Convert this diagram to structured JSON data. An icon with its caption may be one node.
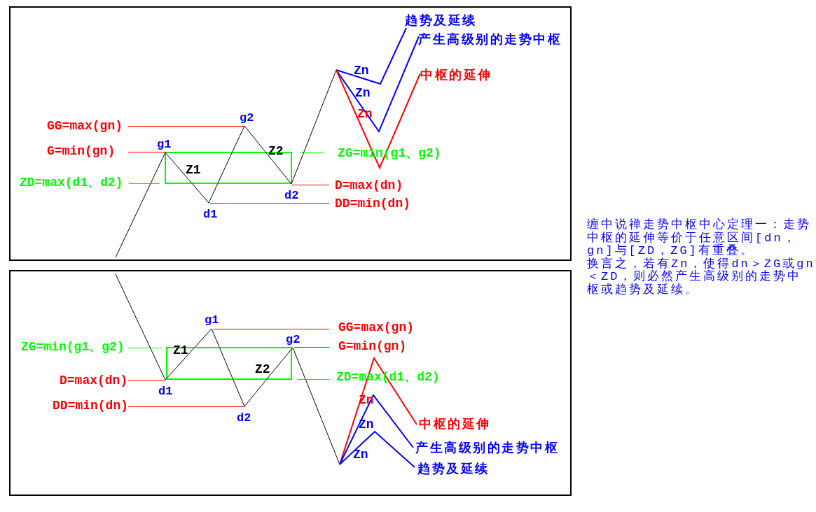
{
  "diagram": {
    "labels": [
      "趋势及延续",
      "产生高级别的走势中枢",
      "Zn",
      "中枢的延伸",
      "Zn",
      "Zn",
      "g2",
      "GG=max(gn)",
      "g1",
      "G=min(gn)",
      "Z2",
      "ZG=min(g1、g2)",
      "Z1",
      "ZD=max(d1、d2)",
      "D=max(dn)",
      "d2",
      "DD=min(dn)",
      "d1",
      "缠中说禅走势中枢中心定理一：走势中枢的延伸等价于任意区间[dn，gn]与[ZD，ZG]有重叠。",
      "换言之，若有Zn，使得dn＞ZG或gn＜ZD，则必然产生高级别的走势中枢或趋势及延续。",
      "g1",
      "GG=max(gn)",
      "g2",
      "G=min(gn)",
      "ZG=min(g1、g2)",
      "Z1",
      "Z2",
      "ZD=max(d1、d2)",
      "D=max(dn)",
      "d1",
      "Zn",
      "DD=min(dn)",
      "d2",
      "Zn",
      "中枢的延伸",
      "产生高级别的走势中枢",
      "Zn",
      "趋势及延续"
    ]
  }
}
